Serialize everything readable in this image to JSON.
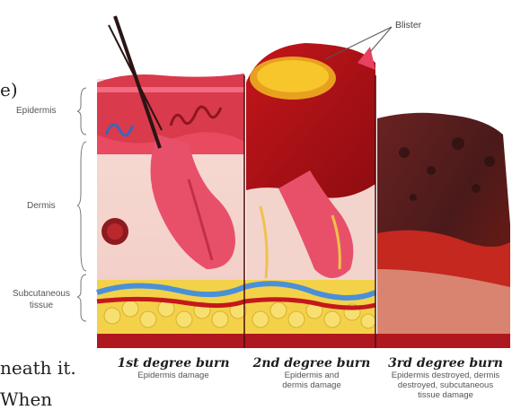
{
  "clipped_text": {
    "left_paren": "e)",
    "sheath": "neath it.",
    "when": "When"
  },
  "layer_labels": {
    "epidermis": "Epidermis",
    "dermis": "Dermis",
    "subcutaneous": [
      "Subcutaneous",
      "tissue"
    ]
  },
  "callout": "Blister",
  "burns": [
    {
      "title": "1st degree burn",
      "desc": [
        "Epidermis damage"
      ]
    },
    {
      "title": "2nd degree burn",
      "desc": [
        "Epidermis and",
        "dermis damage"
      ]
    },
    {
      "title": "3rd degree burn",
      "desc": [
        "Epidermis destroyed, dermis",
        "destroyed, subcutaneous",
        "tissue damage"
      ]
    }
  ]
}
